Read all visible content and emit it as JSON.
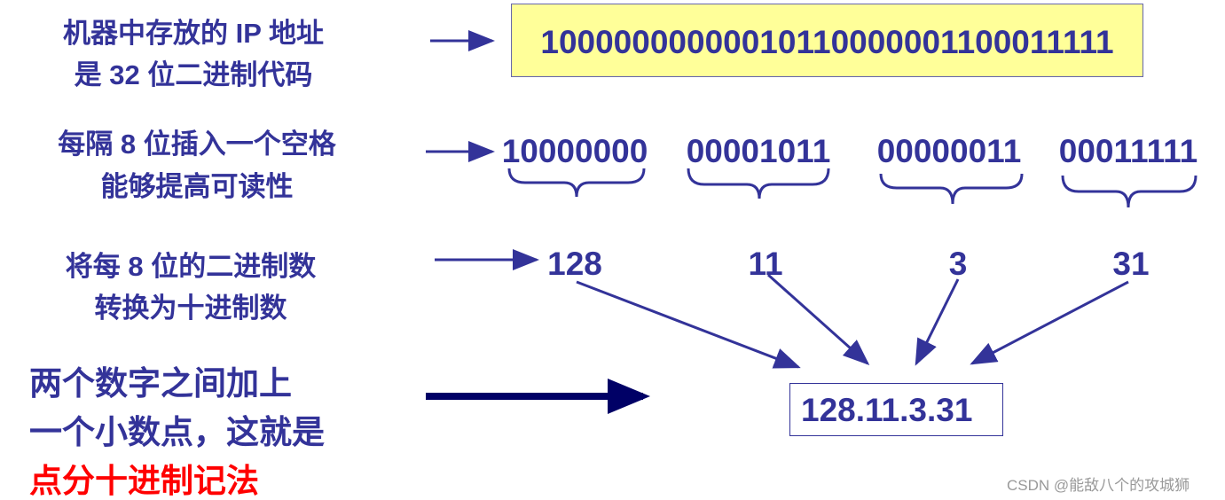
{
  "colors": {
    "text": "#333399",
    "highlight": "#ff0000",
    "box_fill": "#ffff99"
  },
  "row1": {
    "label_lines": [
      "机器中存放的 IP 地址",
      "是 32 位二进制代码"
    ],
    "binary": "10000000000010110000001100011111"
  },
  "row2": {
    "label_lines": [
      "每隔 8 位插入一个空格",
      "能够提高可读性"
    ],
    "octets": [
      "10000000",
      "00001011",
      "00000011",
      "00011111"
    ]
  },
  "row3": {
    "label_lines": [
      "将每 8 位的二进制数",
      "转换为十进制数"
    ],
    "decimals": [
      "128",
      "11",
      "3",
      "31"
    ]
  },
  "row4": {
    "label_lines": [
      "两个数字之间加上",
      "一个小数点，这就是",
      "点分十进制记法"
    ],
    "result": "128.11.3.31"
  },
  "watermark": "CSDN @能敌八个的攻城狮"
}
